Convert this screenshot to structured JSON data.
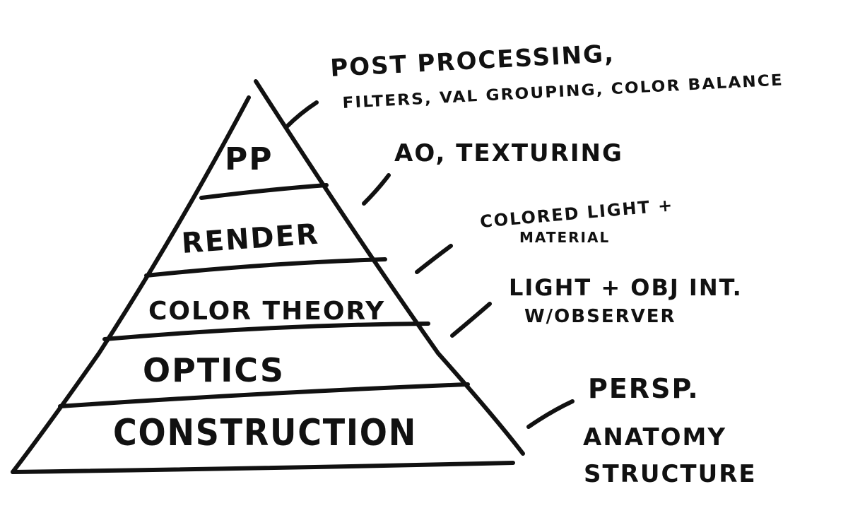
{
  "diagram": {
    "layers": [
      {
        "id": "pp",
        "label": "PP"
      },
      {
        "id": "render",
        "label": "RENDER"
      },
      {
        "id": "color-theory",
        "label": "COLOR THEORY"
      },
      {
        "id": "optics",
        "label": "OPTICS"
      },
      {
        "id": "construction",
        "label": "CONSTRUCTION"
      }
    ],
    "annotations": [
      {
        "id": "pp",
        "lines": [
          "POST PROCESSING,",
          "FILTERS, VAL GROUPING, COLOR BALANCE"
        ]
      },
      {
        "id": "render",
        "lines": [
          "AO, TEXTURING"
        ]
      },
      {
        "id": "color-theory",
        "lines": [
          "COLORED LIGHT +",
          "MATERIAL"
        ]
      },
      {
        "id": "optics",
        "lines": [
          "LIGHT + OBJ INT.",
          "W/OBSERVER"
        ]
      },
      {
        "id": "construction",
        "lines": [
          "PERSP.",
          "ANATOMY",
          "STRUCTURE"
        ]
      }
    ],
    "ink_color": "#111111",
    "background_color": "#ffffff"
  }
}
